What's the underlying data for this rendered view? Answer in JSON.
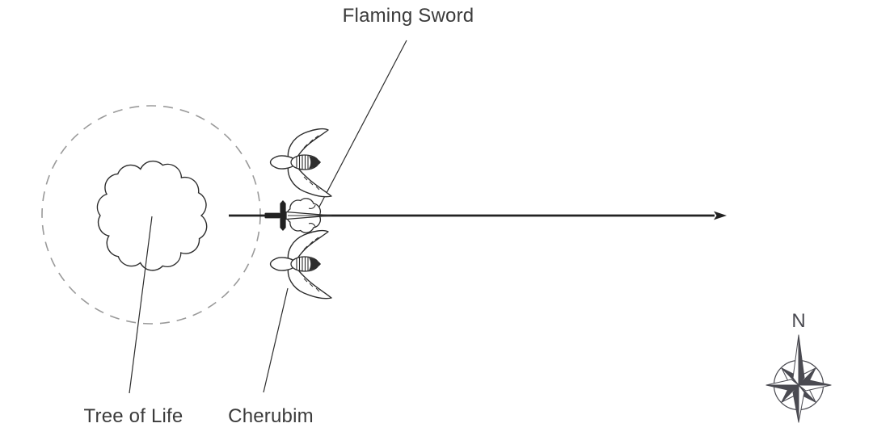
{
  "labels": {
    "flaming_sword": "Flaming Sword",
    "tree_of_life": "Tree of Life",
    "cherubim": "Cherubim"
  },
  "compass": {
    "north_label": "N"
  },
  "colors": {
    "ink": "#2d2d2d",
    "arrow": "#222222",
    "dashed_boundary": "#9a9a9a",
    "compass": "#4a4a51",
    "label_text": "#3b3b3b",
    "background": "#ffffff"
  },
  "icons": {
    "tree": "tree-canopy-icon",
    "cherub": "cherub-icon",
    "sword": "flaming-sword-icon",
    "compass": "compass-rose-icon",
    "arrow": "east-arrow-icon"
  }
}
